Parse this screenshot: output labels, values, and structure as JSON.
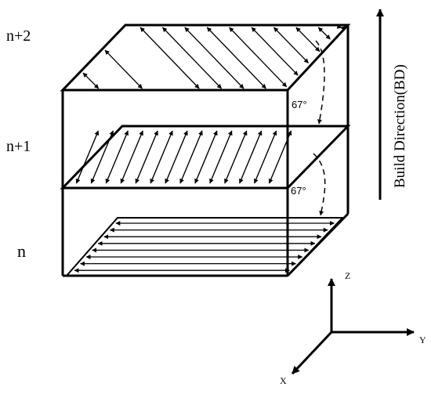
{
  "diagram": {
    "layer_labels": {
      "top": "n+2",
      "middle": "n+1",
      "bottom": "n"
    },
    "angle_labels": {
      "upper": "67°",
      "lower": "67°"
    },
    "build_direction_label": "Build Direction(BD)",
    "axes": {
      "z": "Z",
      "y": "Y",
      "x": "X"
    }
  },
  "colors": {
    "line": "#000000",
    "background": "#ffffff"
  }
}
